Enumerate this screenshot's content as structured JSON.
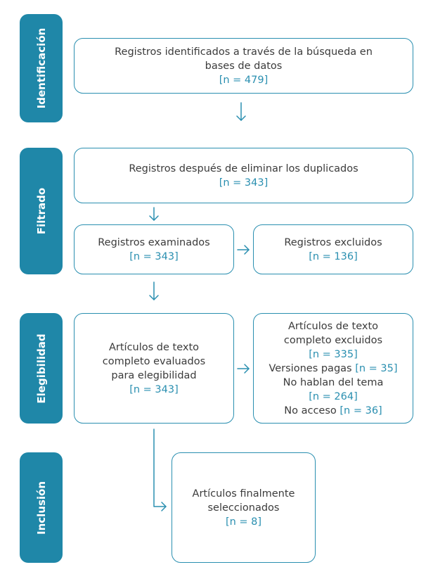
{
  "phases": {
    "identificacion": "Identificación",
    "filtrado": "Filtrado",
    "elegibilidad": "Elegibilidad",
    "inclusion": "Inclusión"
  },
  "boxes": {
    "identified": {
      "line1": "Registros identificados a través de la búsqueda en",
      "line2": "bases de datos",
      "n": "[n = 479]"
    },
    "deduplicated": {
      "line1": "Registros después de eliminar los duplicados",
      "n": "[n = 343]"
    },
    "screened": {
      "line1": "Registros examinados",
      "n": "[n = 343]"
    },
    "excluded": {
      "line1": "Registros excluidos",
      "n": "[n = 136]"
    },
    "fulltext": {
      "line1": "Artículos de texto",
      "line2": "completo evaluados",
      "line3": "para elegibilidad",
      "n": "[n = 343]"
    },
    "fulltext_excluded": {
      "line1": "Artículos de texto",
      "line2": "completo excluidos",
      "n": "[n = 335]",
      "reason1_label": "Versiones pagas",
      "reason1_n": "[n = 35]",
      "reason2_label": "No hablan del tema",
      "reason2_n": "[n = 264]",
      "reason3_label": "No acceso",
      "reason3_n": "[n = 36]"
    },
    "included": {
      "line1": "Artículos finalmente",
      "line2": "seleccionados",
      "n": "[n = 8]"
    }
  },
  "colors": {
    "accent": "#1f87a8",
    "text": "#3b3b3b"
  }
}
